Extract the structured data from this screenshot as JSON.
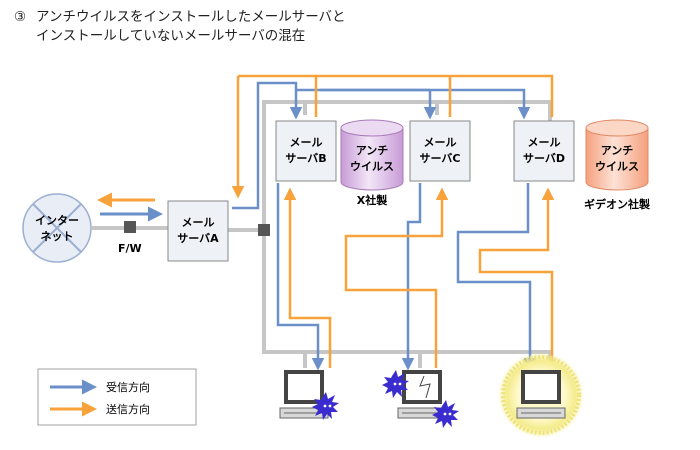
{
  "title": {
    "number": "③",
    "line1": "アンチウイルスをインストールしたメールサーバと",
    "line2": "インストールしていないメールサーバの混在"
  },
  "internet": {
    "line1": "インター",
    "line2": "ネット"
  },
  "firewall": {
    "label": "F/W"
  },
  "servers": {
    "a": {
      "line1": "メール",
      "line2": "サーバA"
    },
    "b": {
      "line1": "メール",
      "line2": "サーバB"
    },
    "c": {
      "line1": "メール",
      "line2": "サーバC"
    },
    "d": {
      "line1": "メール",
      "line2": "サーバD"
    }
  },
  "antivirus": {
    "x": {
      "line1": "アンチ",
      "line2": "ウイルス",
      "vendor": "X社製",
      "color": "#d8b4e2"
    },
    "gideon": {
      "line1": "アンチ",
      "line2": "ウイルス",
      "vendor": "ギデオン社製",
      "color": "#f7b49a"
    }
  },
  "legend": {
    "receive": "受信方向",
    "send": "送信方向",
    "receive_color": "#6b8fc9",
    "send_color": "#f7a23a"
  },
  "colors": {
    "network": "#c6c6c6",
    "server_fill": "#eef1f6",
    "virus": "#3a2ccf",
    "highlight": "#f2ea8e"
  }
}
